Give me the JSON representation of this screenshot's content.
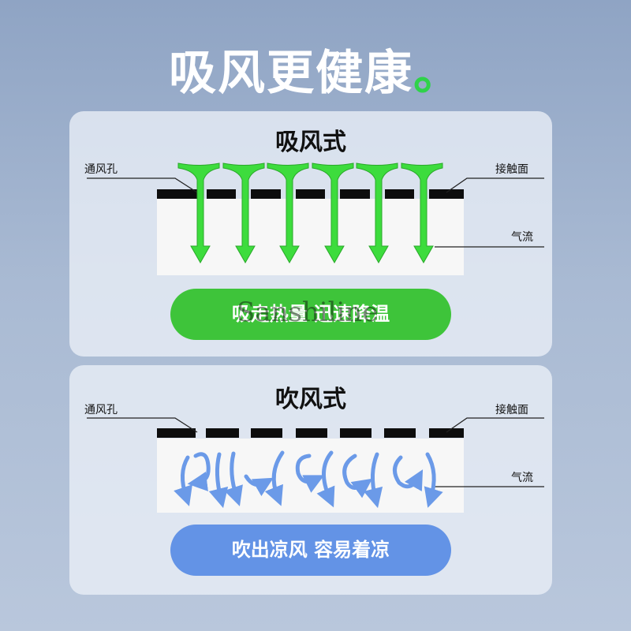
{
  "headline": {
    "text": "吸风更健康",
    "dot": "。"
  },
  "suction_panel": {
    "title": "吸风式",
    "label_vent": "通风孔",
    "label_surface": "接触面",
    "label_airflow": "气流",
    "pill_text": "吸走热量  迅速降温",
    "arrow_color": "#3ddc3d"
  },
  "blowing_panel": {
    "title": "吹风式",
    "label_vent": "通风孔",
    "label_surface": "接触面",
    "label_airflow": "气流",
    "pill_text": "吹出凉风  容易着凉",
    "swirl_color": "#6b9ae8"
  },
  "watermark": "Sanshiline"
}
